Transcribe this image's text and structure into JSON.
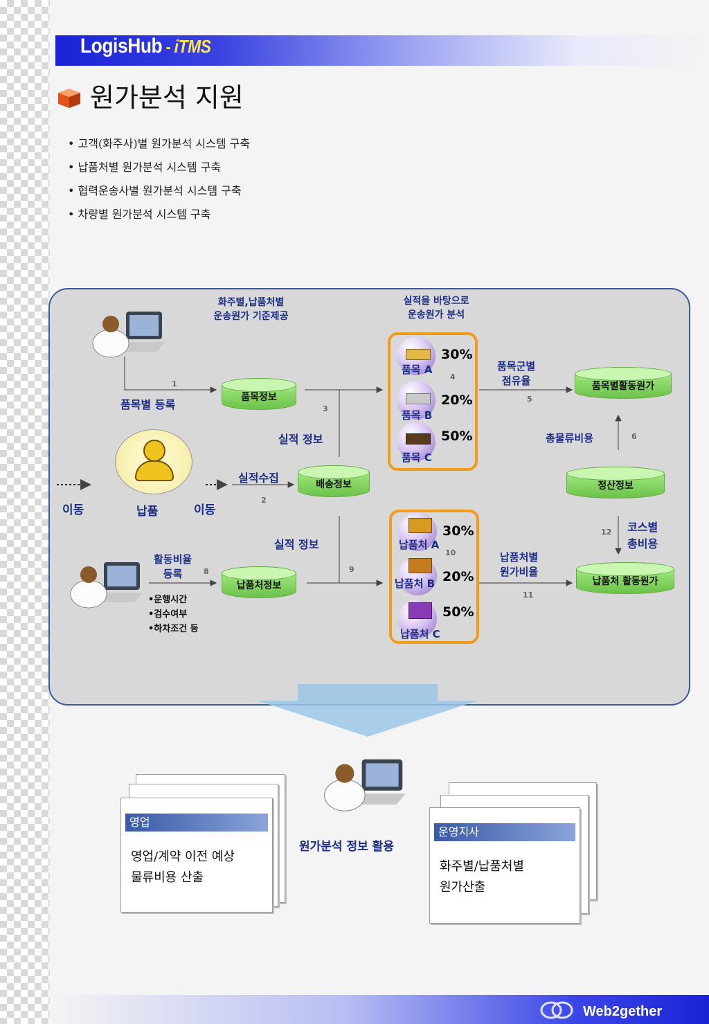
{
  "brand": {
    "name": "LogisHub",
    "dash": " - ",
    "product": "iTMS"
  },
  "page": {
    "title": "원가분석 지원"
  },
  "bullets": [
    "고객(화주사)별 원가분석 시스템 구축",
    "납품처별 원가분석 시스템 구축",
    "협력운송사별 원가분석 시스템 구축",
    "차량별 원가분석 시스템 구축"
  ],
  "diagram": {
    "top_caption_left": [
      "화주별,납품처별",
      "운송원가 기준제공"
    ],
    "top_caption_right": [
      "실적을 바탕으로",
      "운송원가 분석"
    ],
    "item_register": "품목별 등록",
    "db_item_info": "품목정보",
    "db_delivery_info": "배송정보",
    "db_dest_info": "납품처정보",
    "db_settlement_info": "정산정보",
    "db_item_activity_cost": "품목별활동원가",
    "db_dest_activity_cost": "납품처 활동원가",
    "actual_info_1": "실적 정보",
    "actual_info_2": "실적 정보",
    "actual_collect": "실적수집",
    "move_left": "이동",
    "delivery": "납품",
    "move_right": "이동",
    "group_share": [
      "품목군별",
      "점유율"
    ],
    "total_logistics_cost": "총물류비용",
    "course_total_cost": [
      "코스별",
      "총비용"
    ],
    "dest_cost_ratio": [
      "납품처별",
      "원가비율"
    ],
    "activity_ratio": [
      "활동비율",
      "등록"
    ],
    "activity_list": [
      "•운행시간",
      "•검수여부",
      "•하차조건 등"
    ],
    "items": [
      {
        "label": "품목 A",
        "pct": "30%"
      },
      {
        "label": "품목 B",
        "pct": "20%"
      },
      {
        "label": "품목 C",
        "pct": "50%"
      }
    ],
    "dests": [
      {
        "label": "납품처 A",
        "pct": "30%"
      },
      {
        "label": "납품처 B",
        "pct": "20%"
      },
      {
        "label": "납품처 C",
        "pct": "50%"
      }
    ],
    "step_numbers": [
      "1",
      "2",
      "3",
      "4",
      "5",
      "6",
      "8",
      "9",
      "10",
      "11",
      "12"
    ]
  },
  "usage": {
    "caption": "원가분석 정보 활용",
    "left_card": {
      "title": "영업",
      "body": "영업/계약 이전   예상\n물류비용 산출"
    },
    "right_card": {
      "title": "운영지사",
      "body": "화주별/납품처별\n원가산출"
    }
  },
  "footer": {
    "brand": "Web2gether"
  }
}
